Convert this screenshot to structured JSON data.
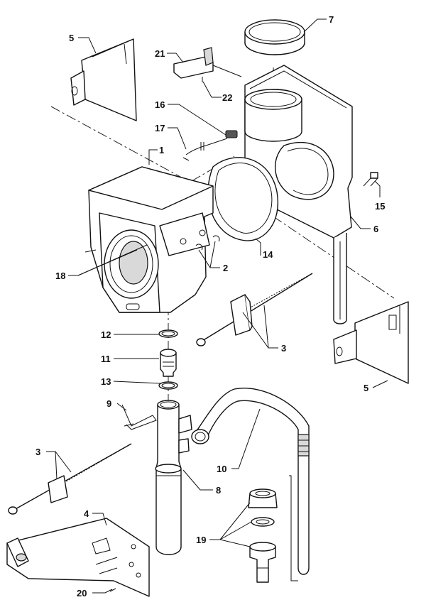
{
  "callouts": {
    "c1": "1",
    "c2": "2",
    "c3a": "3",
    "c3b": "3",
    "c4": "4",
    "c5a": "5",
    "c5b": "5",
    "c6": "6",
    "c7": "7",
    "c8": "8",
    "c9": "9",
    "c10": "10",
    "c11": "11",
    "c12": "12",
    "c13": "13",
    "c14": "14",
    "c15": "15",
    "c16": "16",
    "c17": "17",
    "c18": "18",
    "c19": "19",
    "c20": "20",
    "c21": "21",
    "c22": "22"
  }
}
